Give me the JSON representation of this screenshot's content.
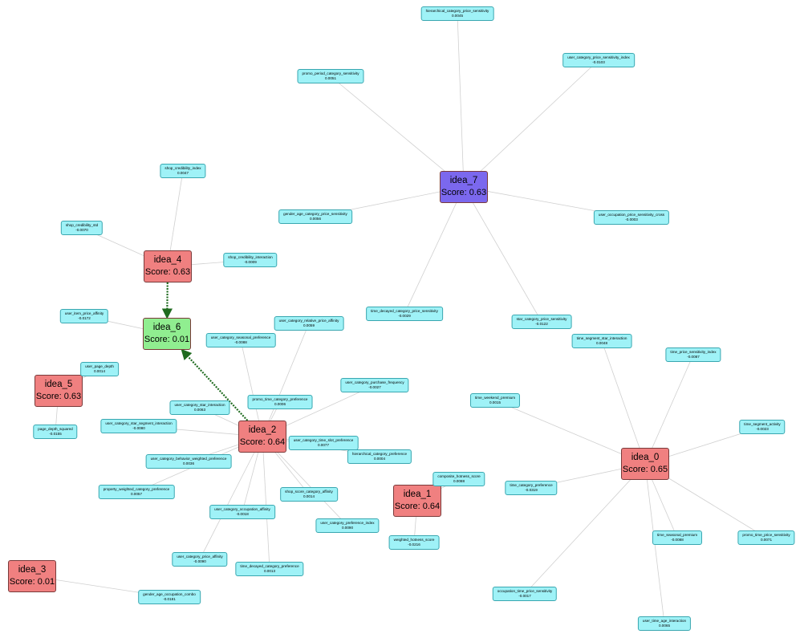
{
  "colors": {
    "idea_default": "#f08080",
    "idea_highlight_purple": "#7b68ee",
    "idea_highlight_green": "#90ee90",
    "feature": "#9ff2f7",
    "edge": "#d0d0d0",
    "dependency_edge": "#1f6b1f"
  },
  "ideas": [
    {
      "id": "idea_0",
      "name": "idea_0",
      "score": "Score: 0.65",
      "color": "#f08080"
    },
    {
      "id": "idea_1",
      "name": "idea_1",
      "score": "Score: 0.64",
      "color": "#f08080"
    },
    {
      "id": "idea_2",
      "name": "idea_2",
      "score": "Score: 0.64",
      "color": "#f08080"
    },
    {
      "id": "idea_3",
      "name": "idea_3",
      "score": "Score: 0.01",
      "color": "#f08080"
    },
    {
      "id": "idea_4",
      "name": "idea_4",
      "score": "Score: 0.63",
      "color": "#f08080"
    },
    {
      "id": "idea_5",
      "name": "idea_5",
      "score": "Score: 0.63",
      "color": "#f08080"
    },
    {
      "id": "idea_6",
      "name": "idea_6",
      "score": "Score: 0.01",
      "color": "#90ee90"
    },
    {
      "id": "idea_7",
      "name": "idea_7",
      "score": "Score: 0.63",
      "color": "#7b68ee"
    }
  ],
  "features": [
    {
      "id": "f_hier_cat_price_sens",
      "name": "hierarchical_category_price_sensitivity",
      "value": "0.0045",
      "idea": "idea_7"
    },
    {
      "id": "f_user_cat_price_sens_idx",
      "name": "user_category_price_sensitivity_index",
      "value": "-0.0103",
      "idea": "idea_7"
    },
    {
      "id": "f_promo_period_cat_sens",
      "name": "promo_period_category_sensitivity",
      "value": "0.0051",
      "idea": "idea_7"
    },
    {
      "id": "f_gender_age_cat_price",
      "name": "gender_age_category_price_sensitivity",
      "value": "0.0056",
      "idea": "idea_7"
    },
    {
      "id": "f_user_occ_price_cross",
      "name": "user_occupation_price_sensitivity_cross",
      "value": "-0.0003",
      "idea": "idea_7"
    },
    {
      "id": "f_time_decayed_cat_price",
      "name": "time_decayed_category_price_sensitivity",
      "value": "-0.0029",
      "idea": "idea_7"
    },
    {
      "id": "f_star_cat_price",
      "name": "star_category_price_sensitivity",
      "value": "-0.0122",
      "idea": "idea_7"
    },
    {
      "id": "f_shop_cred_idx",
      "name": "shop_credibility_index",
      "value": "0.0047",
      "idea": "idea_4"
    },
    {
      "id": "f_shop_cred_std",
      "name": "shop_credibility_std",
      "value": "-0.0070",
      "idea": "idea_4"
    },
    {
      "id": "f_shop_cred_inter",
      "name": "shop_credibility_interaction",
      "value": "-0.0009",
      "idea": "idea_4"
    },
    {
      "id": "f_user_item_price_aff",
      "name": "user_item_price_affinity",
      "value": "-0.0172",
      "idea": "idea_6"
    },
    {
      "id": "f_user_page_depth",
      "name": "user_page_depth",
      "value": "0.0014",
      "idea": "idea_5"
    },
    {
      "id": "f_page_depth_sq",
      "name": "page_depth_squared",
      "value": "-0.0155",
      "idea": "idea_5"
    },
    {
      "id": "f_user_cat_seasonal",
      "name": "user_category_seasonal_preference",
      "value": "-0.0088",
      "idea": "idea_2"
    },
    {
      "id": "f_user_cat_rel_price",
      "name": "user_category_relative_price_affinity",
      "value": "0.0059",
      "idea": "idea_2"
    },
    {
      "id": "f_user_cat_purch_freq",
      "name": "user_category_purchase_frequency",
      "value": "-0.0027",
      "idea": "idea_2"
    },
    {
      "id": "f_promo_time_cat",
      "name": "promo_time_category_preference",
      "value": "0.0006",
      "idea": "idea_2"
    },
    {
      "id": "f_user_cat_star_inter",
      "name": "user_category_star_interaction",
      "value": "0.0063",
      "idea": "idea_2"
    },
    {
      "id": "f_user_cat_star_seg",
      "name": "user_category_star_segment_interaction",
      "value": "-0.0080",
      "idea": "idea_2"
    },
    {
      "id": "f_user_cat_time_slot",
      "name": "user_category_time_slot_preference",
      "value": "0.0077",
      "idea": "idea_2"
    },
    {
      "id": "f_hier_cat_pref",
      "name": "hierarchical_category_preference",
      "value": "0.0004",
      "idea": "idea_2"
    },
    {
      "id": "f_user_cat_behavior",
      "name": "user_category_behavior_weighted_preference",
      "value": "0.0036",
      "idea": "idea_2"
    },
    {
      "id": "f_property_weighted",
      "name": "property_weighted_category_preference",
      "value": "0.0057",
      "idea": "idea_2"
    },
    {
      "id": "f_shop_score_cat",
      "name": "shop_score_category_affinity",
      "value": "0.0014",
      "idea": "idea_2"
    },
    {
      "id": "f_user_cat_occ",
      "name": "user_category_occupation_affinity",
      "value": "-0.0018",
      "idea": "idea_2"
    },
    {
      "id": "f_user_cat_pref_idx",
      "name": "user_category_preference_index",
      "value": "0.0090",
      "idea": "idea_2"
    },
    {
      "id": "f_user_cat_price_aff",
      "name": "user_category_price_affinity",
      "value": "-0.0090",
      "idea": "idea_2"
    },
    {
      "id": "f_time_decayed_cat_pref",
      "name": "time_decayed_category_preference",
      "value": "0.0013",
      "idea": "idea_2"
    },
    {
      "id": "f_gender_age_occ",
      "name": "gender_age_occupation_combo",
      "value": "-0.0181",
      "idea": "idea_3"
    },
    {
      "id": "f_composite_hot",
      "name": "composite_hotness_score",
      "value": "0.0088",
      "idea": "idea_1"
    },
    {
      "id": "f_weighted_hot",
      "name": "weighted_hotness_score",
      "value": "-0.0216",
      "idea": "idea_1"
    },
    {
      "id": "f_time_seg_star",
      "name": "time_segment_star_interaction",
      "value": "0.0048",
      "idea": "idea_0"
    },
    {
      "id": "f_time_price_sens_idx",
      "name": "time_price_sensitivity_index",
      "value": "-0.0087",
      "idea": "idea_0"
    },
    {
      "id": "f_time_weekend",
      "name": "time_weekend_premium",
      "value": "0.0015",
      "idea": "idea_0"
    },
    {
      "id": "f_time_seg_activity",
      "name": "time_segment_activity",
      "value": "-0.0023",
      "idea": "idea_0"
    },
    {
      "id": "f_time_cat_pref",
      "name": "time_category_preference",
      "value": "-0.0319",
      "idea": "idea_0"
    },
    {
      "id": "f_time_seasonal",
      "name": "time_seasonal_premium",
      "value": "-0.0088",
      "idea": "idea_0"
    },
    {
      "id": "f_promo_time_price",
      "name": "promo_time_price_sensitivity",
      "value": "0.0071",
      "idea": "idea_0"
    },
    {
      "id": "f_occ_time_price",
      "name": "occupation_time_price_sensitivity",
      "value": "-0.0017",
      "idea": "idea_0"
    },
    {
      "id": "f_user_time_age",
      "name": "user_time_age_interaction",
      "value": "0.0065",
      "idea": "idea_0"
    }
  ],
  "dependencies": [
    {
      "from": "idea_4",
      "to": "idea_6"
    },
    {
      "from": "idea_2",
      "to": "idea_6"
    }
  ]
}
